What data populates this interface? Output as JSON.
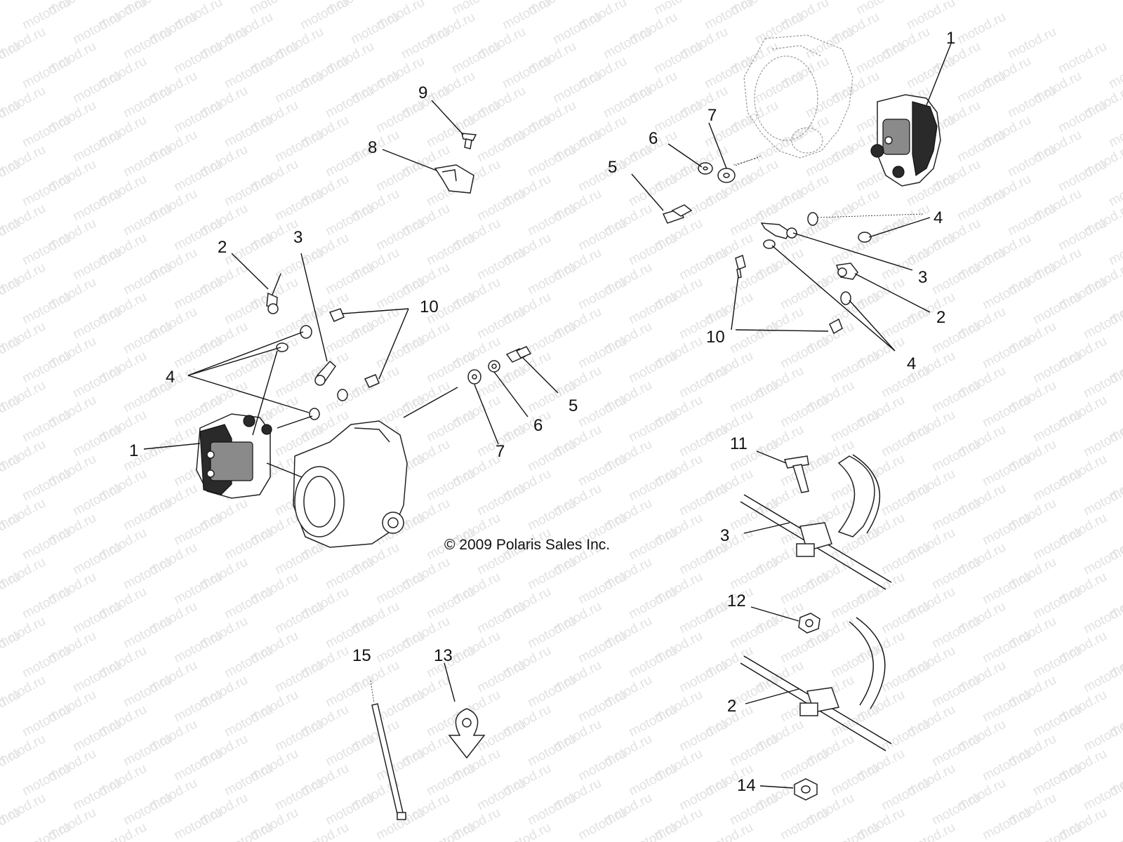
{
  "watermark": {
    "text": "motod.ru"
  },
  "copyright": "© 2009 Polaris Sales Inc.",
  "callouts": {
    "c1_right": "1",
    "c1_left": "1",
    "c2_left": "2",
    "c2_right": "2",
    "c2_bottom": "2",
    "c3_left": "3",
    "c3_right": "3",
    "c3_bottom": "3",
    "c4_left": "4",
    "c4_right_top": "4",
    "c4_right_bottom": "4",
    "c5_left": "5",
    "c5_right": "5",
    "c6_left": "6",
    "c6_right": "6",
    "c7_left": "7",
    "c7_right": "7",
    "c8": "8",
    "c9": "9",
    "c10_left": "10",
    "c10_right": "10",
    "c11": "11",
    "c12": "12",
    "c13": "13",
    "c14": "14",
    "c15": "15"
  }
}
